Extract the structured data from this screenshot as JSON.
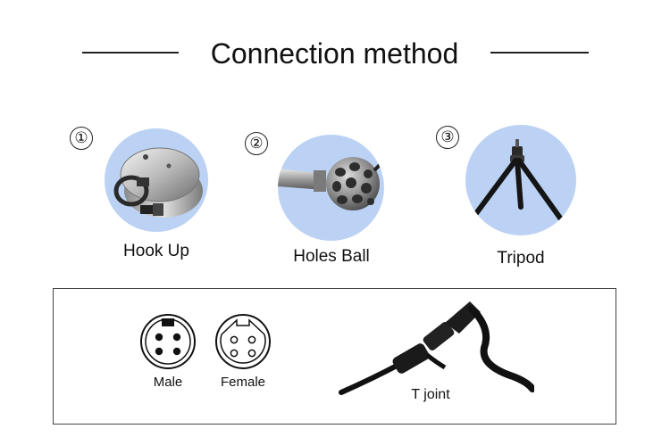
{
  "header": {
    "title": "Connection method"
  },
  "methods": [
    {
      "number": "①",
      "label": "Hook Up",
      "icon": "eye-hook-puck-icon"
    },
    {
      "number": "②",
      "label": "Holes Ball",
      "icon": "holes-ball-icon"
    },
    {
      "number": "③",
      "label": "Tripod",
      "icon": "tripod-icon"
    }
  ],
  "connectors": {
    "male_label": "Male",
    "female_label": "Female",
    "tjoint_label": "T joint"
  },
  "colors": {
    "bubble": "#bcd2f4",
    "line": "#222222",
    "background": "#ffffff"
  }
}
